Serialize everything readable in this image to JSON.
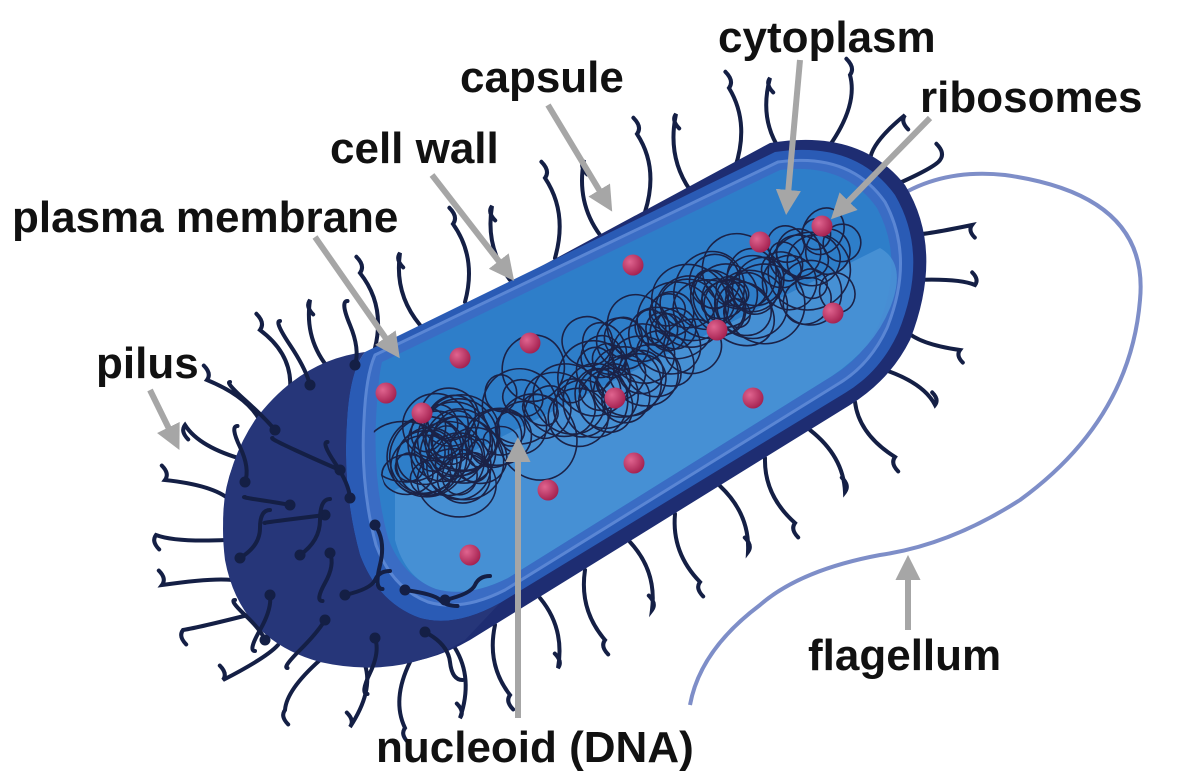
{
  "labels": {
    "cytoplasm": "cytoplasm",
    "ribosomes": "ribosomes",
    "capsule": "capsule",
    "cell_wall": "cell wall",
    "plasma_membrane": "plasma membrane",
    "pilus": "pilus",
    "flagellum": "flagellum",
    "nucleoid": "nucleoid (DNA)"
  },
  "colors": {
    "capsule": "#1e2d72",
    "cell_wall": "#2a5bb5",
    "cytoplasm": "#2e7ec9",
    "cytoplasm_light": "#4a93d6",
    "ribosome": "#c23465",
    "dna": "#1b2247",
    "hair": "#141f45",
    "arrow": "#a6a6a6",
    "flagellum": "#7e8ec8"
  },
  "icons": {
    "arrow": "arrow-icon",
    "ribosome": "ribosome-icon"
  }
}
